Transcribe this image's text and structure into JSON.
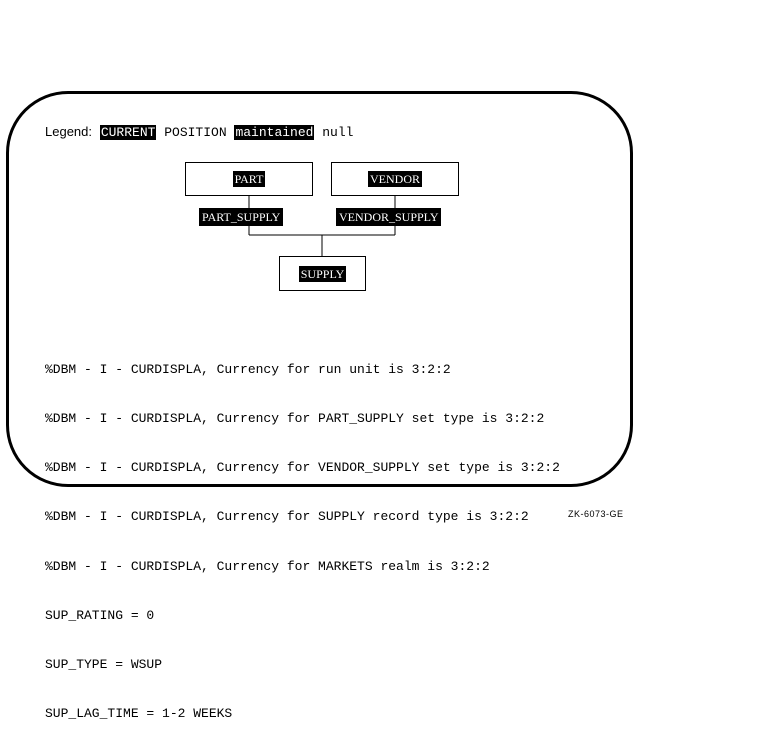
{
  "legend": {
    "label": "Legend:",
    "current": "CURRENT",
    "position": " POSITION ",
    "maintained": "maintained",
    "null": " null"
  },
  "diagram": {
    "records": {
      "part": "PART",
      "vendor": "VENDOR",
      "supply": "SUPPLY"
    },
    "sets": {
      "part_supply": "PART_SUPPLY",
      "vendor_supply": "VENDOR_SUPPLY"
    }
  },
  "console": {
    "lines": [
      "%DBM - I - CURDISPLA, Currency for run unit is 3:2:2",
      "%DBM - I - CURDISPLA, Currency for PART_SUPPLY set type is 3:2:2",
      "%DBM - I - CURDISPLA, Currency for VENDOR_SUPPLY set type is 3:2:2",
      "%DBM - I - CURDISPLA, Currency for SUPPLY record type is 3:2:2",
      "%DBM - I - CURDISPLA, Currency for MARKETS realm is 3:2:2",
      "SUP_RATING = 0",
      "SUP_TYPE = WSUP",
      "SUP_LAG_TIME = 1-2 WEEKS"
    ]
  },
  "figure_ref": "ZK-6073-GE"
}
